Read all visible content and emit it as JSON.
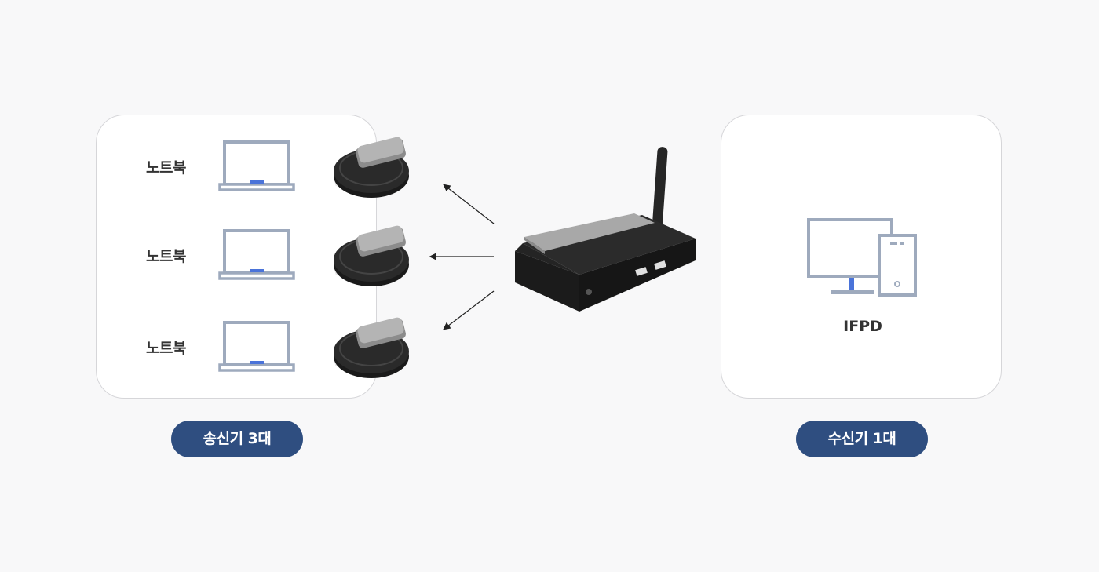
{
  "sender_panel": {
    "rows": [
      {
        "label": "노트북"
      },
      {
        "label": "노트북"
      },
      {
        "label": "노트북"
      }
    ],
    "badge": "송신기 3대"
  },
  "receiver_panel": {
    "label": "IFPD",
    "badge": "수신기 1대"
  },
  "colors": {
    "background": "#f8f8f9",
    "panel_border": "#d6d6d9",
    "icon_gray": "#9eaabd",
    "icon_accent": "#4a73d9",
    "badge_fill": "#2f4e80",
    "device_body": "#1f1f1f",
    "device_label": "#9a9a9a"
  }
}
